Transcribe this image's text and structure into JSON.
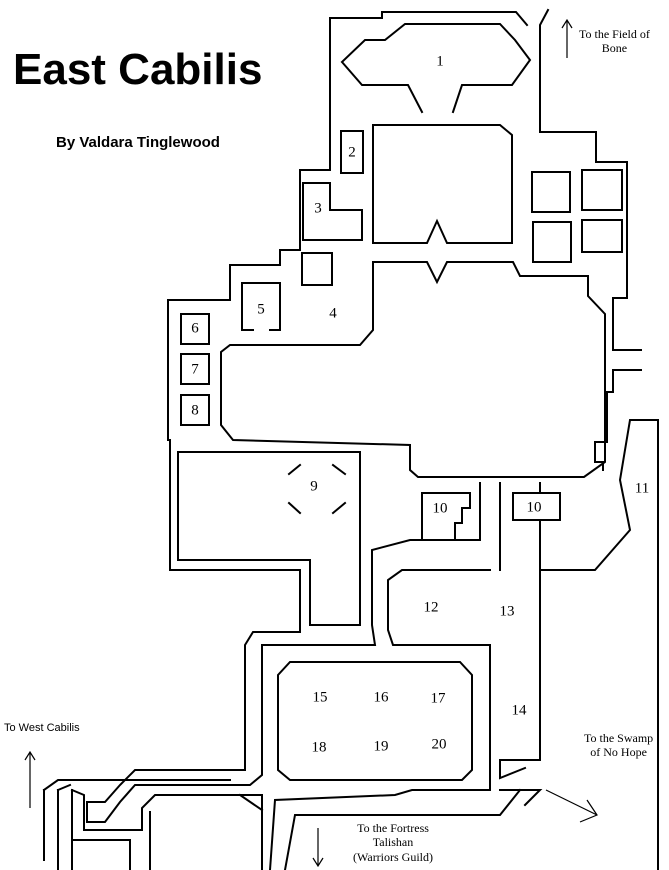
{
  "map": {
    "title": "East Cabilis",
    "author": "By Valdara Tinglewood",
    "stroke_color": "#000000",
    "background_color": "#ffffff",
    "room_numbers": [
      {
        "id": "room-1",
        "label": "1"
      },
      {
        "id": "room-2",
        "label": "2"
      },
      {
        "id": "room-3",
        "label": "3"
      },
      {
        "id": "room-4",
        "label": "4"
      },
      {
        "id": "room-5",
        "label": "5"
      },
      {
        "id": "room-6",
        "label": "6"
      },
      {
        "id": "room-7",
        "label": "7"
      },
      {
        "id": "room-8",
        "label": "8"
      },
      {
        "id": "room-9",
        "label": "9"
      },
      {
        "id": "room-10a",
        "label": "10"
      },
      {
        "id": "room-10b",
        "label": "10"
      },
      {
        "id": "room-11",
        "label": "11"
      },
      {
        "id": "room-12",
        "label": "12"
      },
      {
        "id": "room-13",
        "label": "13"
      },
      {
        "id": "room-14",
        "label": "14"
      },
      {
        "id": "room-15",
        "label": "15"
      },
      {
        "id": "room-16",
        "label": "16"
      },
      {
        "id": "room-17",
        "label": "17"
      },
      {
        "id": "room-18",
        "label": "18"
      },
      {
        "id": "room-19",
        "label": "19"
      },
      {
        "id": "room-20",
        "label": "20"
      }
    ],
    "exits": {
      "field_of_bone": [
        "To the Field of",
        "Bone"
      ],
      "west_cabilis": "To West Cabilis",
      "swamp": [
        "To the Swamp",
        "of No Hope"
      ],
      "fortress": [
        "To the Fortress",
        "Talishan",
        "(Warriors Guild)"
      ]
    }
  }
}
